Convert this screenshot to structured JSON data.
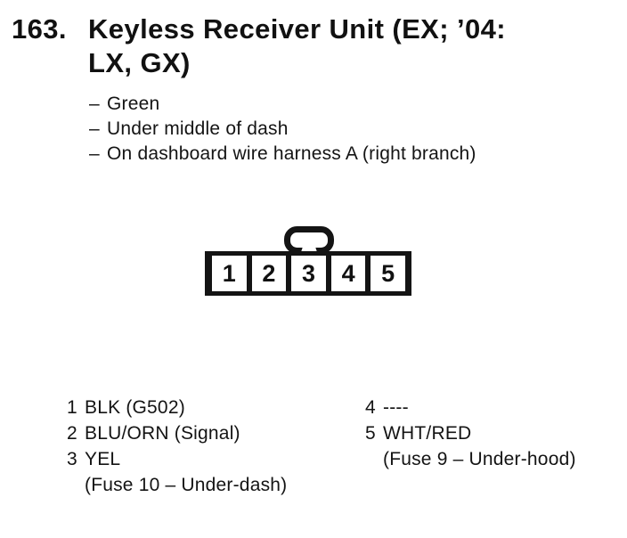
{
  "header": {
    "number": "163.",
    "title_line1": "Keyless Receiver Unit (EX; ’04:",
    "title_line2": "LX, GX)"
  },
  "notes": {
    "dash": "–",
    "items": [
      "Green",
      "Under middle of dash",
      "On dashboard wire harness A (right branch)"
    ]
  },
  "connector": {
    "pins": [
      "1",
      "2",
      "3",
      "4",
      "5"
    ]
  },
  "legend": {
    "columns": [
      {
        "entries": [
          {
            "pin": "1",
            "wire": "BLK (G502)"
          },
          {
            "pin": "2",
            "wire": "BLU/ORN (Signal)"
          },
          {
            "pin": "3",
            "wire": "YEL",
            "detail": "(Fuse 10 – Under-dash)"
          }
        ]
      },
      {
        "entries": [
          {
            "pin": "4",
            "wire": "----"
          },
          {
            "pin": "5",
            "wire": "WHT/RED",
            "detail": "(Fuse 9 – Under-hood)"
          }
        ]
      }
    ]
  },
  "colors": {
    "ink": "#141414",
    "paper": "#ffffff"
  }
}
